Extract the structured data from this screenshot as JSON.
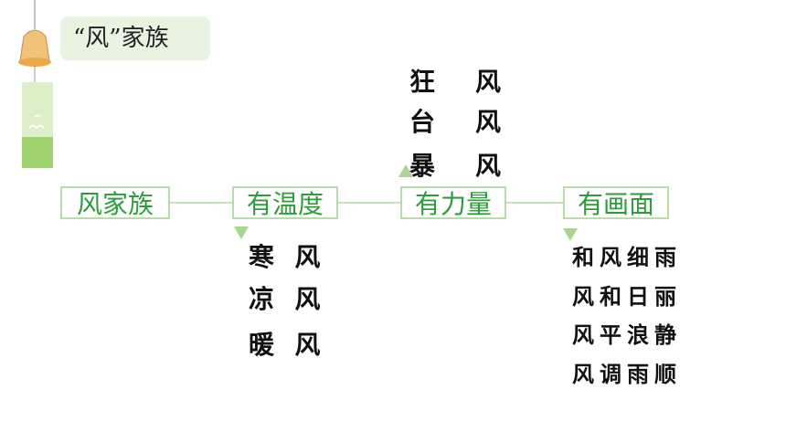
{
  "title": "“风”家族",
  "nodes": [
    "风家族",
    "有温度",
    "有力量",
    "有画面"
  ],
  "groups": {
    "temperature": [
      "寒  风",
      "凉  风",
      "暖  风"
    ],
    "power": [
      "狂    风",
      "台    风",
      "暴    风"
    ],
    "picture": [
      "和风细雨",
      "风和日丽",
      "风平浪静",
      "风调雨顺"
    ]
  },
  "colors": {
    "accent": "#2e9c3a",
    "border": "#b9dcaa",
    "title_bg": "#e8f3e2"
  },
  "icons": [
    "wind-chime-icon"
  ]
}
